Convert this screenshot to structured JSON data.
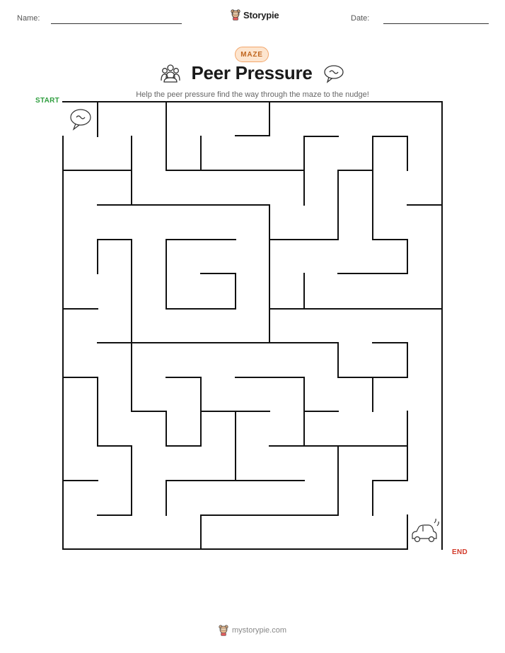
{
  "header": {
    "name_label": "Name:",
    "date_label": "Date:",
    "brand": "Storypie"
  },
  "worksheet": {
    "badge": "MAZE",
    "title": "Peer Pressure",
    "subtitle": "Help the peer pressure find the way through the maze to the nudge!",
    "start_label": "START",
    "end_label": "END"
  },
  "icons": {
    "title_left": "people-group-icon",
    "title_right": "speech-bubble-icon",
    "start_marker": "speech-bubble-icon",
    "end_marker": "car-icon",
    "brand_logo": "bear-mascot-icon"
  },
  "colors": {
    "start": "#2f9e3f",
    "end": "#d23a2a",
    "badge_bg": "#fde5cf",
    "badge_text": "#c0661f"
  },
  "footer": {
    "url": "mystorypie.com"
  }
}
